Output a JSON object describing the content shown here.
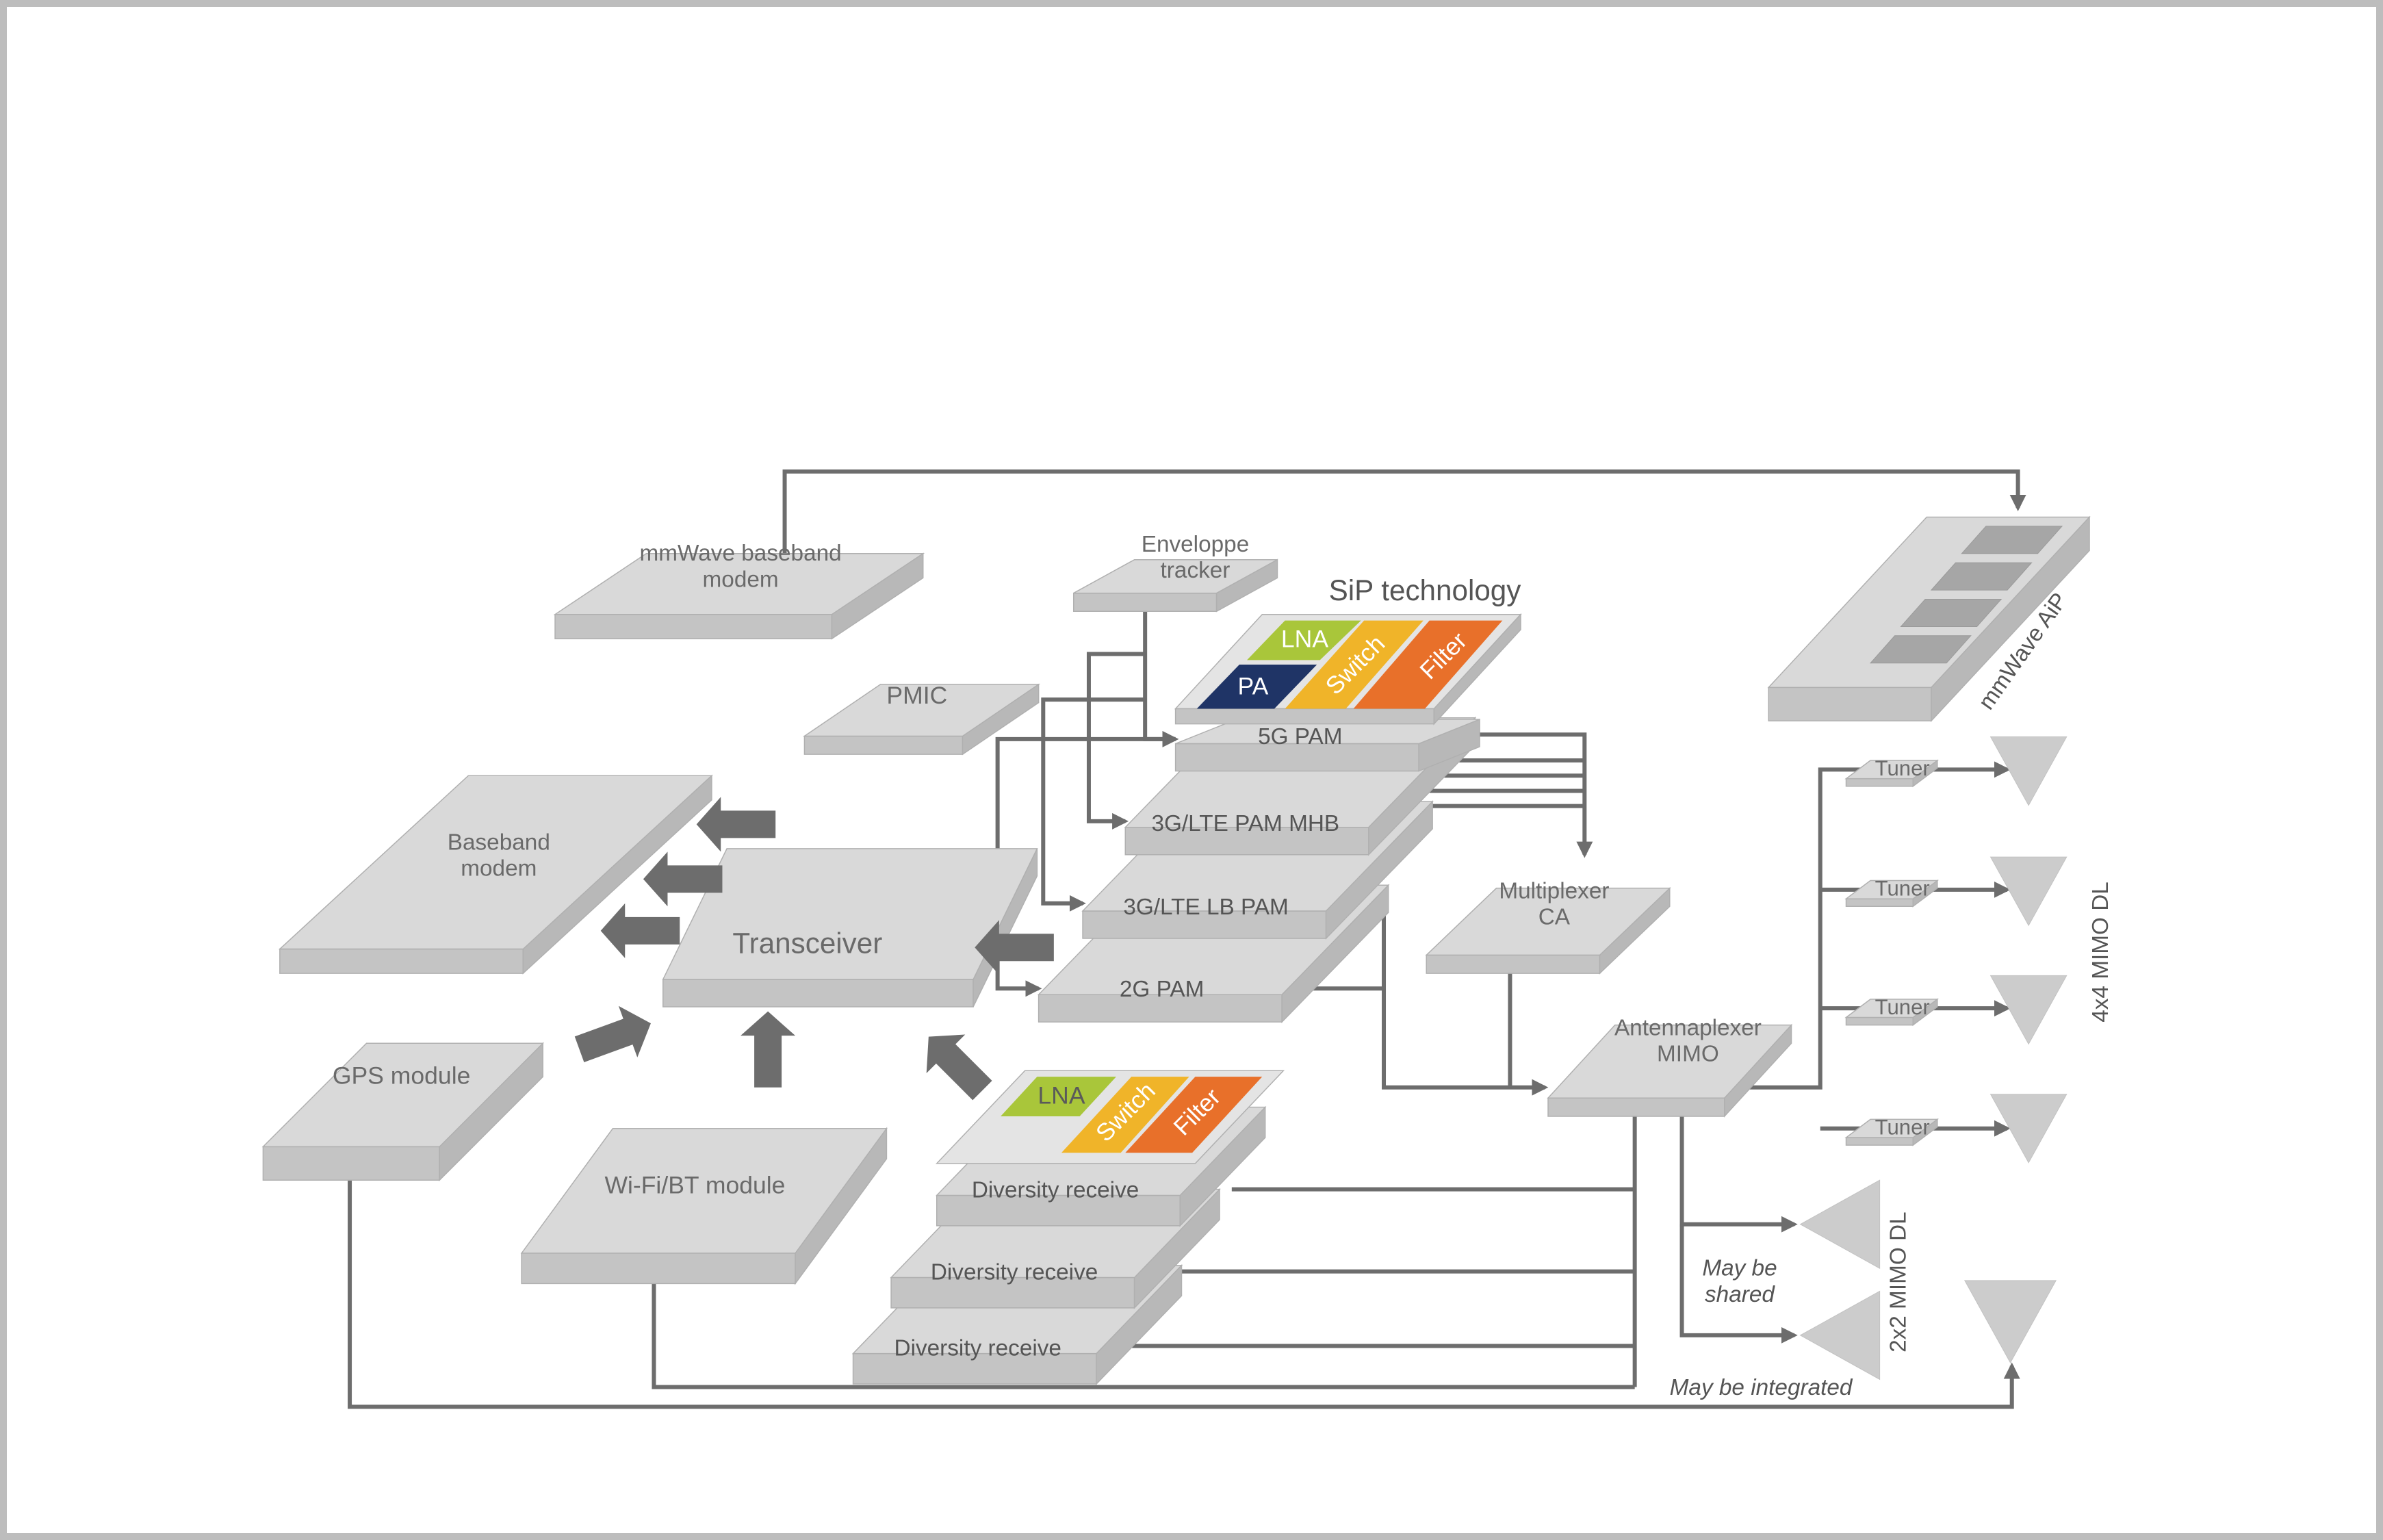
{
  "blocks": {
    "mmwave_baseband": "mmWave baseband\nmodem",
    "envelope_tracker": "Enveloppe\ntracker",
    "sip_title": "SiP technology",
    "pmic": "PMIC",
    "baseband_modem": "Baseband\nmodem",
    "transceiver": "Transceiver",
    "gps": "GPS module",
    "wifi_bt": "Wi-Fi/BT module",
    "pam_5g": "5G PAM",
    "pam_mhb": "3G/LTE PAM MHB",
    "pam_lb": "3G/LTE LB PAM",
    "pam_2g": "2G PAM",
    "multiplexer": "Multiplexer\nCA",
    "antennaplexer": "Antennaplexer\nMIMO",
    "diversity_1": "Diversity receive",
    "diversity_2": "Diversity receive",
    "diversity_3": "Diversity receive",
    "mmwave_aip": "mmWave AiP",
    "tuner_1": "Tuner",
    "tuner_2": "Tuner",
    "tuner_3": "Tuner",
    "tuner_4": "Tuner"
  },
  "chips": {
    "lna": "LNA",
    "pa": "PA",
    "switch": "Switch",
    "filter": "Filter"
  },
  "labels": {
    "mimo_4x4": "4x4 MIMO DL",
    "mimo_2x2": "2x2 MIMO DL",
    "may_be_shared": "May be\nshared",
    "may_be_integrated": "May be integrated"
  },
  "colors": {
    "block_top": "#d9d9d9",
    "block_side": "#c4c4c4",
    "block_edge": "#b0b0b0",
    "wire": "#6d6d6d",
    "lna": "#a9c63a",
    "pa": "#1f3466",
    "switch": "#f0b429",
    "filter": "#e8702a"
  }
}
